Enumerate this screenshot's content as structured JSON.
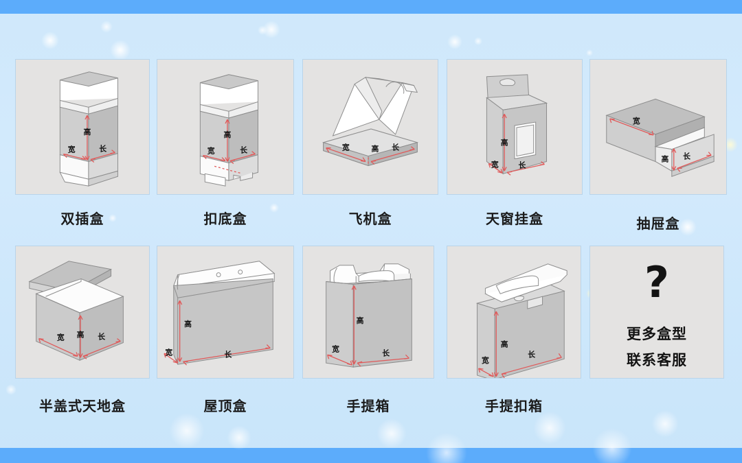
{
  "page": {
    "background_color": "#cfe8fb",
    "accent_bar_color": "#5cacfb",
    "card_bg_color": "#e4e3e2",
    "card_border_color": "#b9d4ea",
    "dimension_arrow_color": "#e05a5a"
  },
  "dimension_labels": {
    "height": "高",
    "width": "宽",
    "length": "长"
  },
  "boxes": [
    {
      "id": "double-insert-box",
      "label": "双插盒",
      "dims": [
        "高",
        "宽",
        "长"
      ]
    },
    {
      "id": "lock-bottom-box",
      "label": "扣底盒",
      "dims": [
        "高",
        "宽",
        "长"
      ]
    },
    {
      "id": "airplane-box",
      "label": "飞机盒",
      "dims": [
        "宽",
        "高",
        "长"
      ]
    },
    {
      "id": "window-hanging-box",
      "label": "天窗挂盒",
      "dims": [
        "高",
        "宽",
        "长"
      ]
    },
    {
      "id": "drawer-box",
      "label": "抽屉盒",
      "dims": [
        "宽",
        "高",
        "长"
      ]
    },
    {
      "id": "half-lid-lid-base-box",
      "label": "半盖式天地盒",
      "dims": [
        "宽",
        "高",
        "长"
      ]
    },
    {
      "id": "roof-box",
      "label": "屋顶盒",
      "dims": [
        "高",
        "宽",
        "长"
      ]
    },
    {
      "id": "handle-case",
      "label": "手提箱",
      "dims": [
        "高",
        "宽",
        "长"
      ]
    },
    {
      "id": "handle-buckle-case",
      "label": "手提扣箱",
      "dims": [
        "高",
        "宽",
        "长"
      ]
    }
  ],
  "more_card": {
    "question_mark": "?",
    "line1": "更多盒型",
    "line2": "联系客服"
  }
}
